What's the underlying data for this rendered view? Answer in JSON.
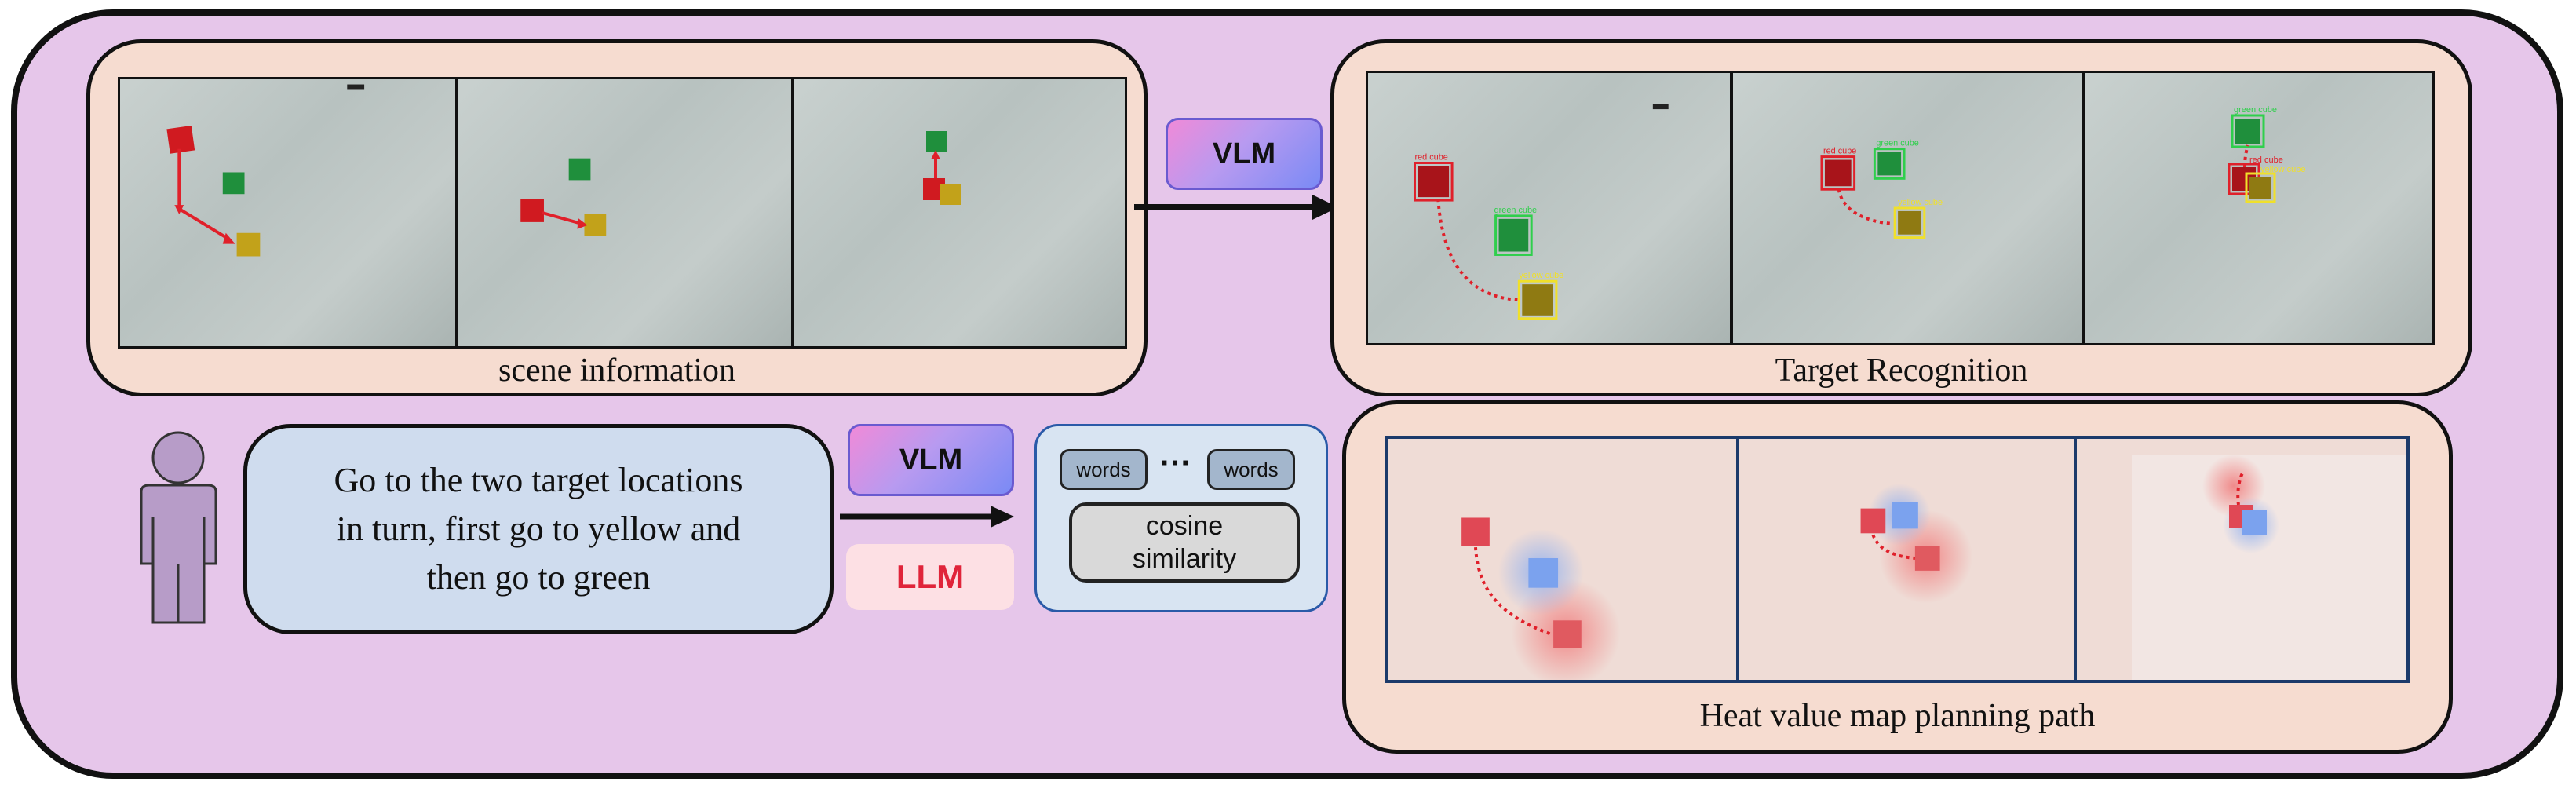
{
  "panels": {
    "scene": {
      "caption": "scene information"
    },
    "recognition": {
      "caption": "Target Recognition",
      "labels": {
        "red": "red cube",
        "green": "green cube",
        "yellow": "yellow cube"
      }
    },
    "heatmap": {
      "caption": "Heat value map planning path"
    }
  },
  "buttons": {
    "vlm_top": "VLM",
    "vlm_mid": "VLM",
    "llm": "LLM"
  },
  "instruction": {
    "line1": "Go to the two target locations",
    "line2": "in turn, first go to yellow and",
    "line3": "then go to green"
  },
  "embedding": {
    "word_left": "words",
    "ellipsis": "···",
    "word_right": "words",
    "cos_line1": "cosine",
    "cos_line2": "similarity"
  },
  "colors": {
    "background": "#e6c6ea",
    "panel": "#f6dcd0",
    "speech": "#cfdcee",
    "arrow": "#111111",
    "path_red": "#e0202a"
  },
  "icons": {
    "user": "person-icon"
  }
}
